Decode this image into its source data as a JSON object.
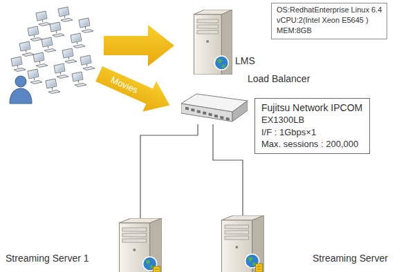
{
  "diagram": {
    "nodes": [
      {
        "text": [
          "OS:RedhatEnterprise Linux 6.4",
          "vCPU:2(Intel Xeon E5645 )",
          "MEM:8GB"
        ]
      },
      {
        "text": [
          "LMS"
        ]
      },
      {
        "text": [
          "Load Balancer"
        ]
      },
      {
        "text": [
          "Fujitsu Network IPCOM",
          "EX1300LB",
          "I/F : 1Gbps×1",
          "Max. sessions : 200,000"
        ]
      },
      {
        "text": [
          "Streaming Server 1"
        ]
      },
      {
        "text": [
          "Streaming Server"
        ]
      }
    ],
    "edges": [
      {
        "from": 2,
        "to": 4,
        "arrow": "none"
      },
      {
        "from": 2,
        "to": 5,
        "arrow": "none"
      }
    ],
    "labels": [
      "Movies"
    ]
  }
}
